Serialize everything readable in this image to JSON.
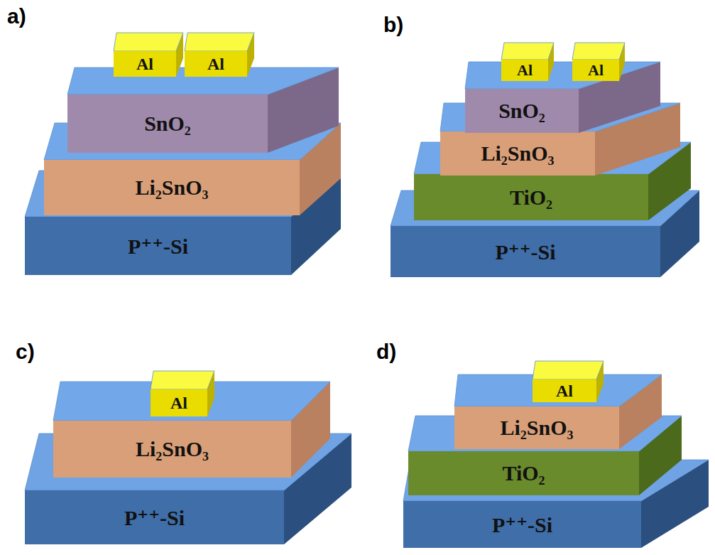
{
  "diagram": {
    "nodes": [
      {
        "text": [
          "Al"
        ]
      },
      {
        "text": [
          "Al"
        ]
      },
      {
        "text": [
          "SnO₂"
        ]
      },
      {
        "text": [
          "Li₂SnO₃"
        ]
      },
      {
        "text": [
          "P⁺⁺-Si"
        ]
      },
      {
        "text": [
          "Al"
        ]
      },
      {
        "text": [
          "Al"
        ]
      },
      {
        "text": [
          "SnO₂"
        ]
      },
      {
        "text": [
          "Li₂SnO₃"
        ]
      },
      {
        "text": [
          "TiO₂"
        ]
      },
      {
        "text": [
          "P⁺⁺-Si"
        ]
      },
      {
        "text": [
          "Al"
        ]
      },
      {
        "text": [
          "Li₂SnO₃"
        ]
      },
      {
        "text": [
          "P⁺⁺-Si"
        ]
      },
      {
        "text": [
          "Al"
        ]
      },
      {
        "text": [
          "Li₂SnO₃"
        ]
      },
      {
        "text": [
          "TiO₂"
        ]
      },
      {
        "text": [
          "P⁺⁺-Si"
        ]
      }
    ],
    "labels": [
      "a)",
      "b)",
      "c)",
      "d)"
    ]
  }
}
